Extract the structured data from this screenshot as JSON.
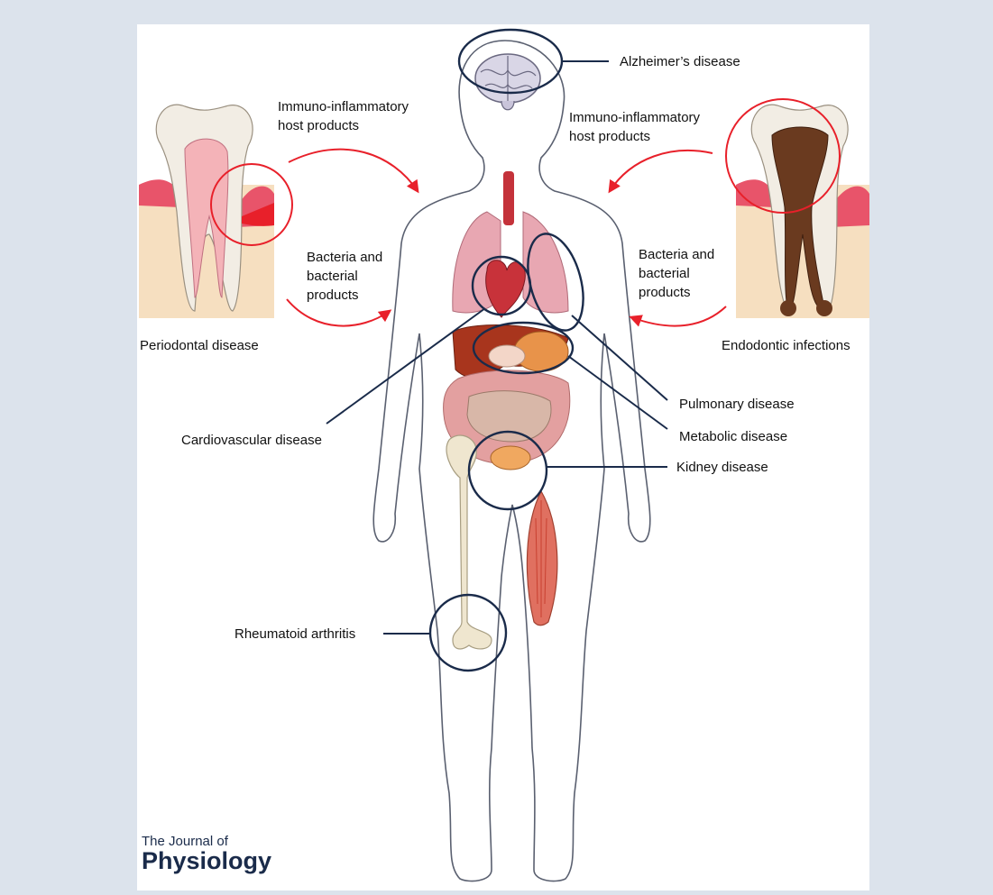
{
  "colors": {
    "background": "#dce3ec",
    "panel": "#ffffff",
    "arrow": "#e8202a",
    "circle": "#1a2b4a",
    "tooth_highlight": "#e8202a"
  },
  "labels": {
    "alzheimers": "Alzheimer’s disease",
    "immuno_left": "Immuno-inflammatory\nhost products",
    "immuno_right": "Immuno-inflammatory\nhost products",
    "bacteria_left": "Bacteria and\nbacterial\nproducts",
    "bacteria_right": "Bacteria and\nbacterial\nproducts",
    "periodontal": "Periodontal disease",
    "endodontic": "Endodontic infections",
    "pulmonary": "Pulmonary disease",
    "metabolic": "Metabolic disease",
    "cardiovascular": "Cardiovascular disease",
    "kidney": "Kidney disease",
    "rheumatoid": "Rheumatoid arthritis"
  },
  "logo": {
    "line1": "The Journal of",
    "line2": "Physiology"
  }
}
